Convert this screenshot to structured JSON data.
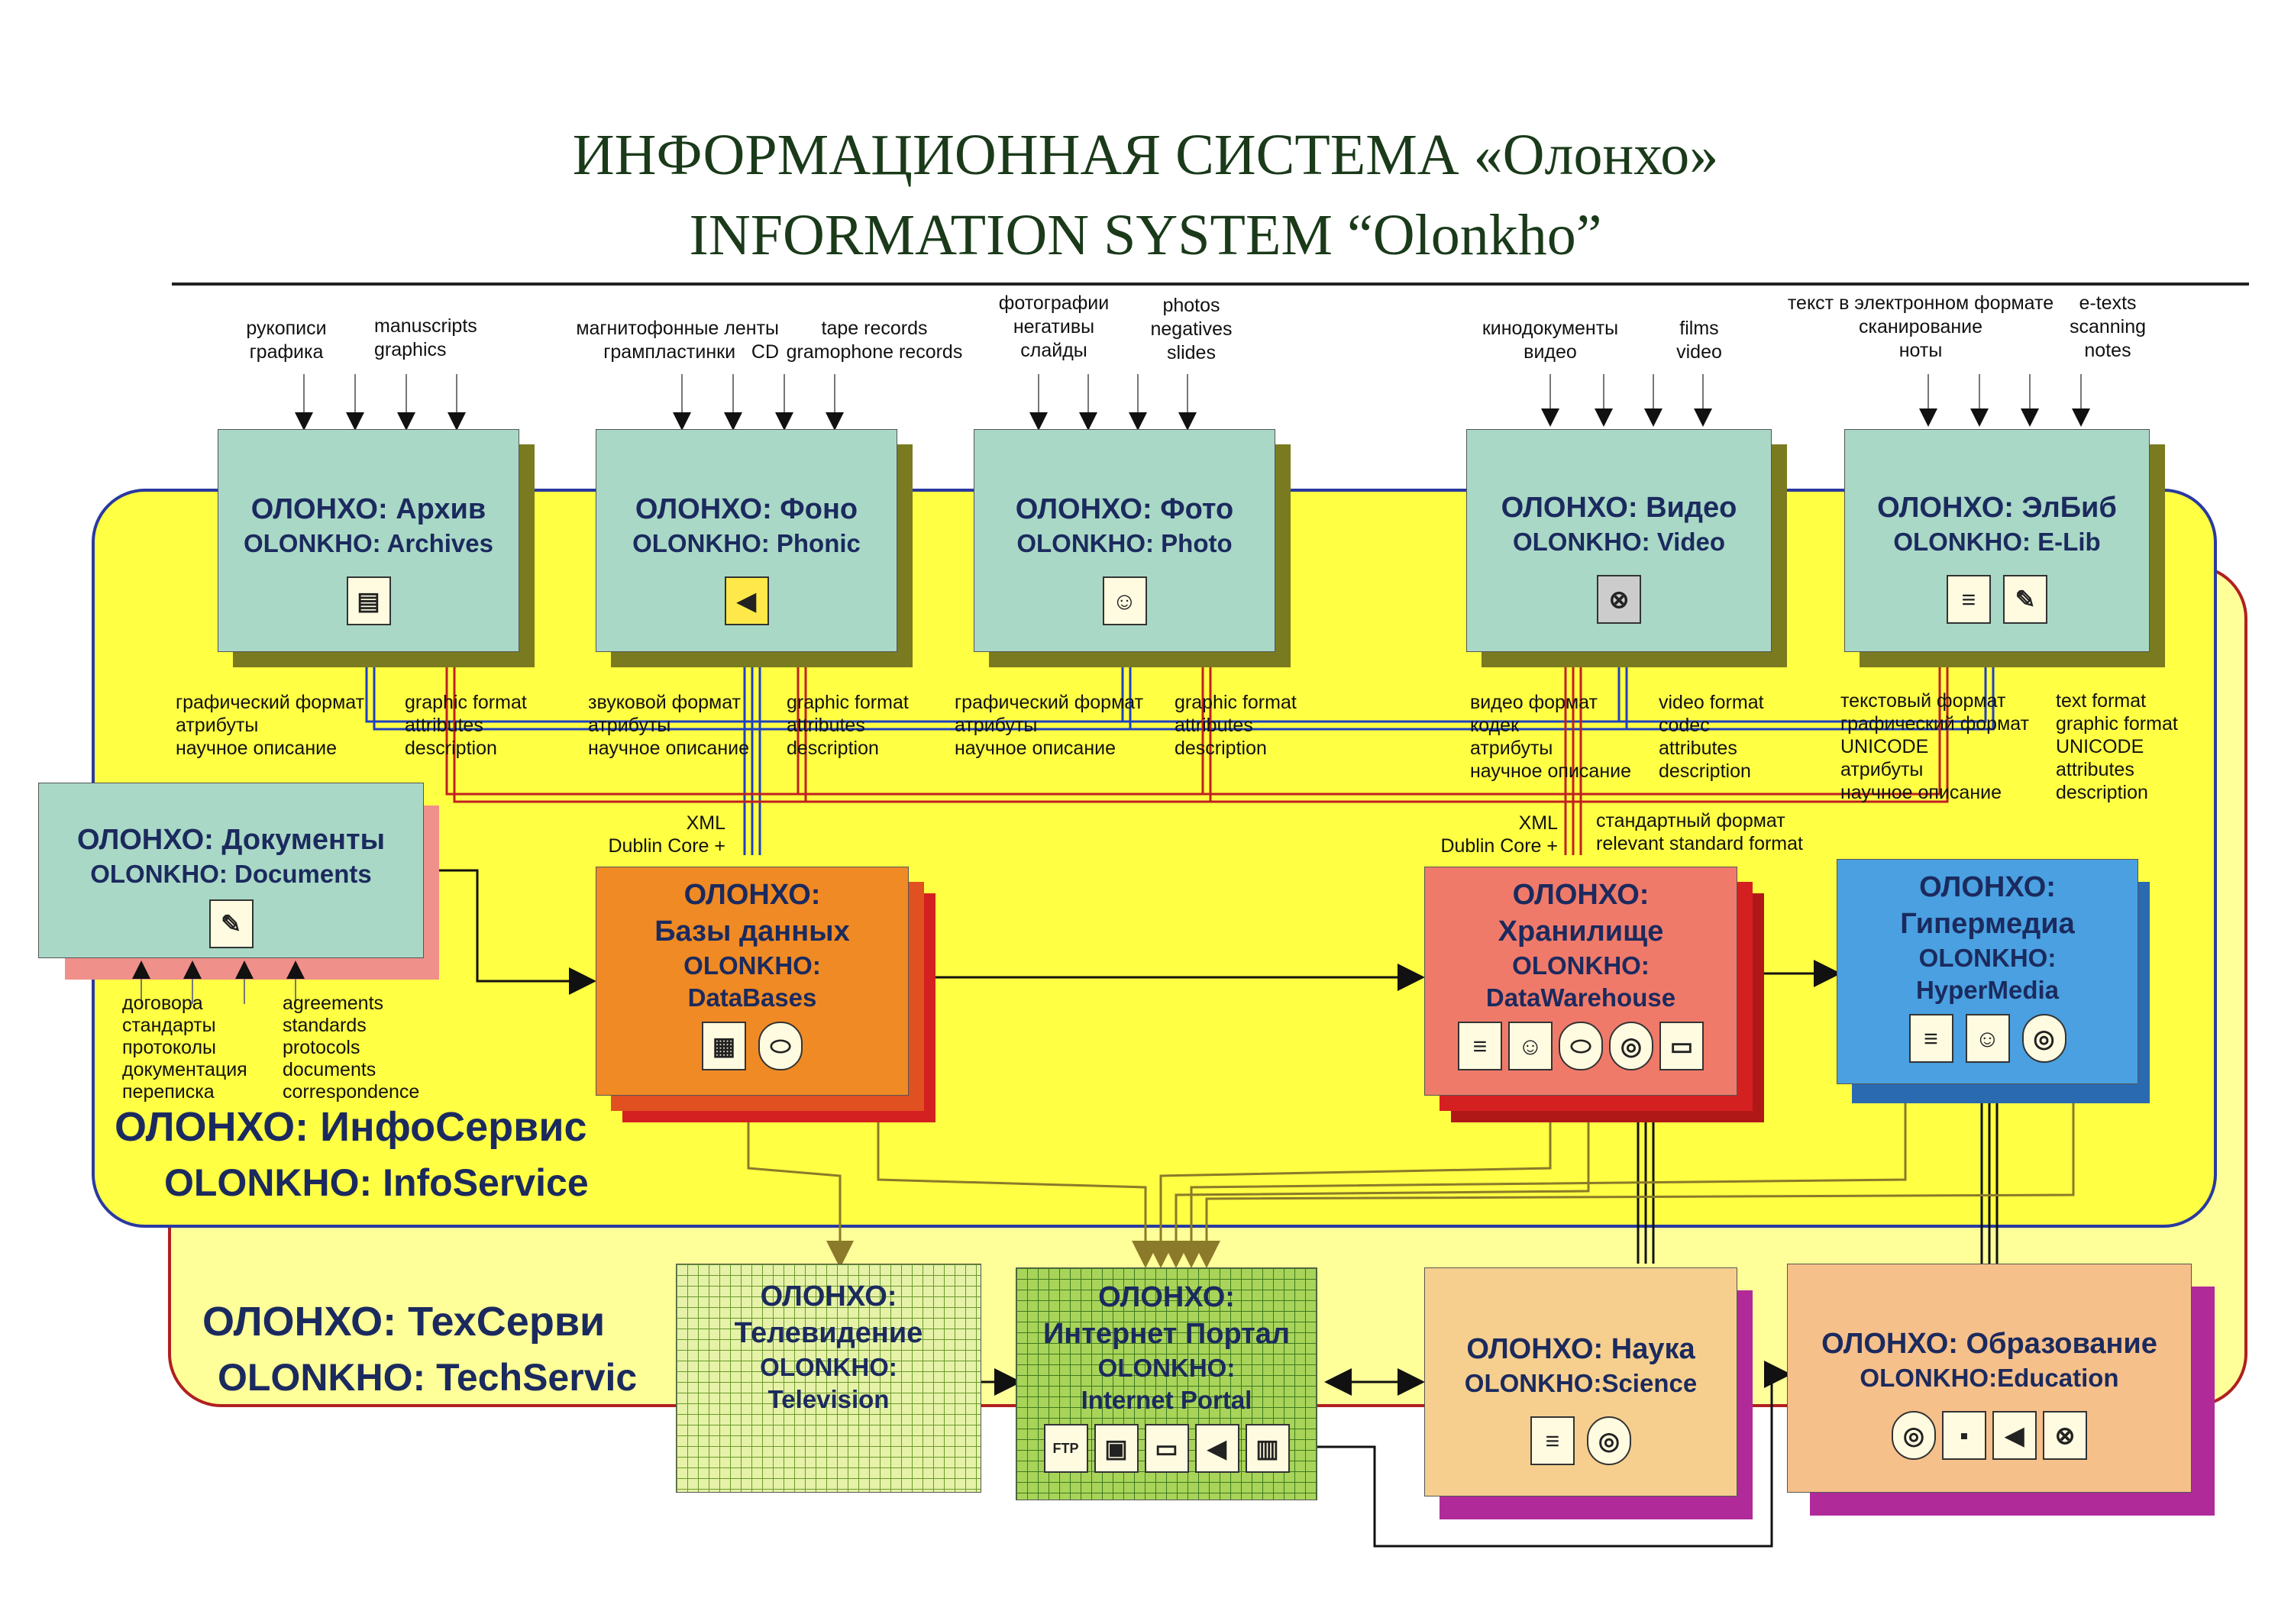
{
  "title": {
    "ru": "ИНФОРМАЦИОННАЯ СИСТЕМА «Олонхо»",
    "en": "INFORMATION SYSTEM “Olonkho”"
  },
  "inputs": {
    "archive_ru": "рукописи\nграфика",
    "archive_en": "manuscripts\ngraphics",
    "phono_ru": "магнитофонные ленты\nгрампластинки   CD",
    "phono_en": "tape records\ngramophone records",
    "photo_ru": "фотографии\nнегативы\nслайды",
    "photo_en": "photos\nnegatives\nslides",
    "video_ru": "кинодокументы\nвидео",
    "video_en": "films\nvideo",
    "elib_ru": "текст в электронном формате\nсканирование\nноты",
    "elib_en": "e-texts\nscanning\nnotes"
  },
  "modules": {
    "archive": {
      "ru": "ОЛОНХО: Архив",
      "en": "OLONKHO: Archives"
    },
    "phono": {
      "ru": "ОЛОНХО: Фоно",
      "en": "OLONKHO: Phonic"
    },
    "photo": {
      "ru": "ОЛОНХО: Фото",
      "en": "OLONKHO: Photo"
    },
    "video": {
      "ru": "ОЛОНХО: Видео",
      "en": "OLONKHO: Video"
    },
    "elib": {
      "ru": "ОЛОНХО: ЭлБиб",
      "en": "OLONKHO: E-Lib"
    },
    "documents": {
      "ru": "ОЛОНХО: Документы",
      "en": "OLONKHO: Documents"
    },
    "databases": {
      "ru1": "ОЛОНХО:",
      "ru2": "Базы данных",
      "en1": "OLONKHO:",
      "en2": "DataBases"
    },
    "warehouse": {
      "ru1": "ОЛОНХО:",
      "ru2": "Хранилище",
      "en1": "OLONKHO:",
      "en2": "DataWarehouse"
    },
    "hypermedia": {
      "ru1": "ОЛОНХО:",
      "ru2": "Гипермедиа",
      "en1": "OLONKHO:",
      "en2": "HyperMedia"
    },
    "television": {
      "ru1": "ОЛОНХО:",
      "ru2": "Телевидение",
      "en1": "OLONKHO:",
      "en2": "Television"
    },
    "portal": {
      "ru1": "ОЛОНХО:",
      "ru2": "Интернет Портал",
      "en1": "OLONKHO:",
      "en2": "Internet Portal"
    },
    "science": {
      "ru": "ОЛОНХО: Наука",
      "en": "OLONKHO:Science"
    },
    "education": {
      "ru": "ОЛОНХО: Образование",
      "en": "OLONKHO:Education"
    }
  },
  "formats": {
    "archive_ru": "графический формат\nатрибуты\nнаучное описание",
    "archive_en": "graphic format\nattributes\ndescription",
    "phono_ru": "звуковой формат\nатрибуты\nнаучное описание",
    "phono_en": "graphic format\nattributes\ndescription",
    "photo_ru": "графический формат\nатрибуты\nнаучное описание",
    "photo_en": "graphic format\nattributes\ndescription",
    "video_ru": "видео формат\nкодек\nатрибуты\nнаучное описание",
    "video_en": "video format\ncodec\nattributes\ndescription",
    "elib_ru": "текстовый формат\nграфический формат\nUNICODE\nатрибуты\nнаучное описание",
    "elib_en": "text format\ngraphic format\nUNICODE\nattributes\ndescription",
    "xml_db": "XML\nDublin Core +",
    "xml_wh": "XML\nDublin Core +",
    "standard": "стандартный формат\nrelevant standard format"
  },
  "documents_inputs": {
    "ru": "договора\nстандарты\nпротоколы\nдокументация\nпереписка",
    "en": "agreements\nstandards\nprotocols\ndocuments\ncorrespondence"
  },
  "regions": {
    "infoservice_ru": "ОЛОНХО: ИнфоСервис",
    "infoservice_en": "OLONKHO: InfoService",
    "techservice_ru": "ОЛОНХО: ТехСерви",
    "techservice_en": "OLONKHO: TechServic"
  },
  "icons": {
    "ftp_label": "FTP"
  },
  "colors": {
    "infoservice_bg": "#ffff44",
    "techservice_bg": "#ffff99",
    "module_bg": "#a9d8c6",
    "databases_bg": "#f08a24",
    "warehouse_bg": "#f07a6a",
    "hypermedia_bg": "#4aa0e0",
    "documents_bg": "#a9d8c6",
    "science_bg": "#f6cf8e",
    "education_bg": "#f6c08a"
  }
}
